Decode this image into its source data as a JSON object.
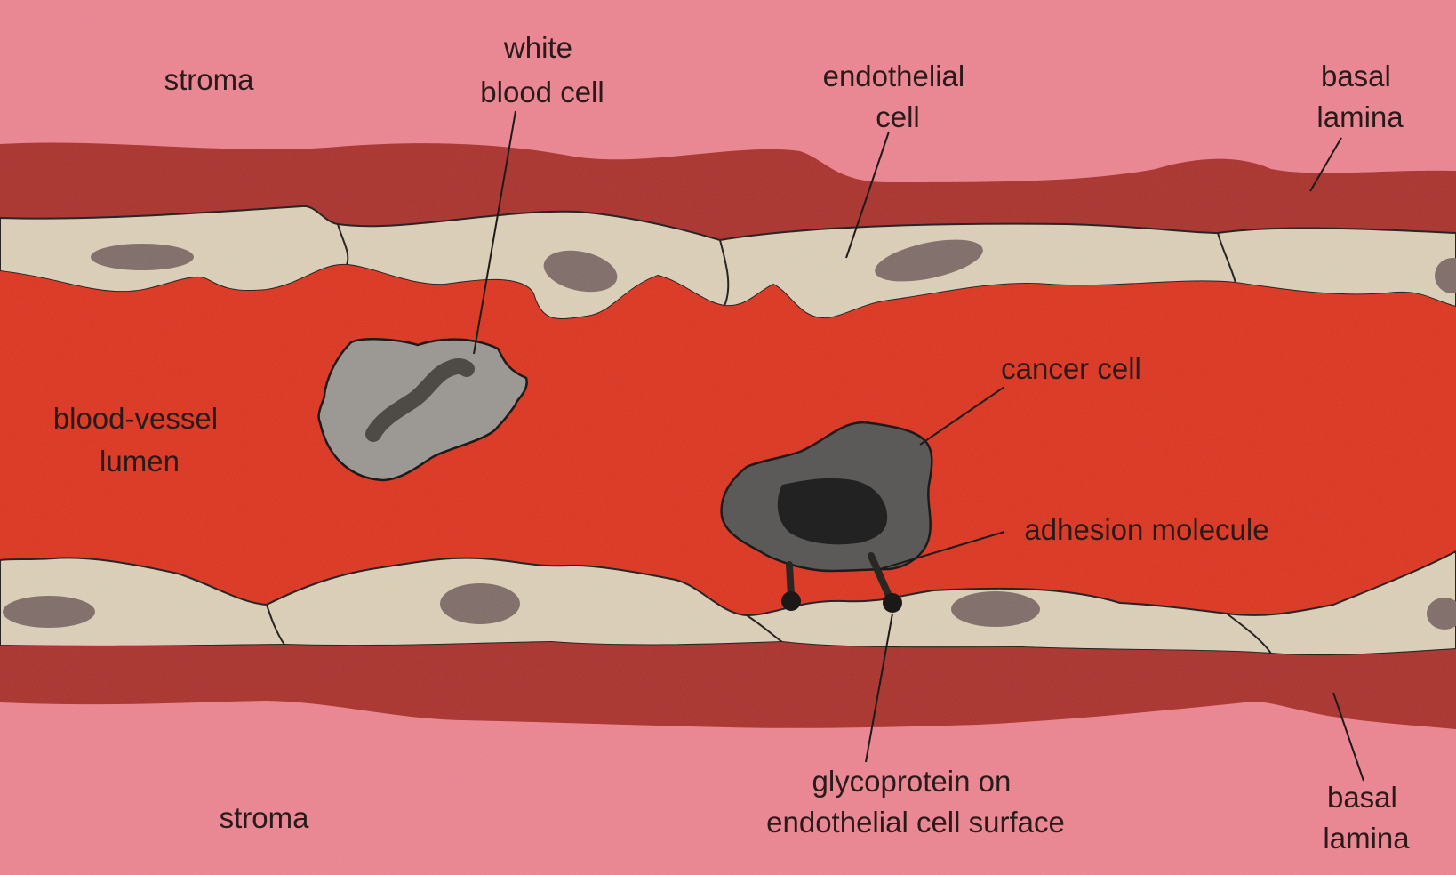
{
  "labels": {
    "stroma_top": "stroma",
    "white_blood_cell": [
      "white",
      "blood cell"
    ],
    "endothelial_cell": [
      "endothelial",
      "cell"
    ],
    "basal_lamina_top": [
      "basal",
      "lamina"
    ],
    "cancer_cell": "cancer cell",
    "blood_vessel_lumen": [
      "blood-vessel",
      "lumen"
    ],
    "adhesion_molecule": "adhesion molecule",
    "glycoprotein": [
      "glycoprotein on",
      "endothelial cell surface"
    ],
    "stroma_bottom": "stroma",
    "basal_lamina_bottom": [
      "basal",
      "lamina"
    ]
  },
  "colors": {
    "stroma": "#e8828e",
    "basal_lamina": "#a7302b",
    "endothelium": "#d8ccb4",
    "nucleus": "#7d6a66",
    "lumen": "#d9331e",
    "white_blood_cell": "#9c9894",
    "wbc_nucleus": "#4e4a46",
    "cancer_cell": "#5c5a58",
    "cancer_nucleus": "#222222",
    "outline": "#1e1a1a"
  }
}
